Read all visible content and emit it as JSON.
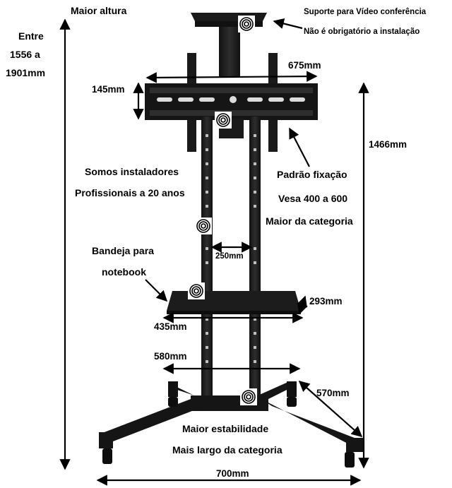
{
  "labels": {
    "maior_altura": "Maior altura",
    "entre": "Entre",
    "entre_range1": "1556 a",
    "entre_range2": "1901mm",
    "suporte_video": "Suporte para Vídeo conferência",
    "nao_obrigatorio": "Não é obrigatório a instalação",
    "dim_675": "675mm",
    "dim_145": "145mm",
    "dim_1466": "1466mm",
    "somos_instaladores": "Somos instaladores",
    "profissionais": "Profissionais a 20 anos",
    "padrao_fixacao": "Padrão fixação",
    "vesa": "Vesa 400 a 600",
    "maior_categoria": "Maior da categoria",
    "dim_250": "250mm",
    "bandeja_para": "Bandeja para",
    "notebook": "notebook",
    "dim_293": "293mm",
    "dim_435": "435mm",
    "dim_580": "580mm",
    "dim_570": "570mm",
    "maior_estabilidade": "Maior estabilidade",
    "mais_largo": "Mais largo da categoria",
    "dim_700": "700mm"
  },
  "colors": {
    "metal": "#1a1a1a",
    "metal_highlight": "#3a3a3a",
    "arrow": "#000000",
    "background": "#ffffff"
  },
  "icons": [
    "watermark-swirl-icon"
  ]
}
